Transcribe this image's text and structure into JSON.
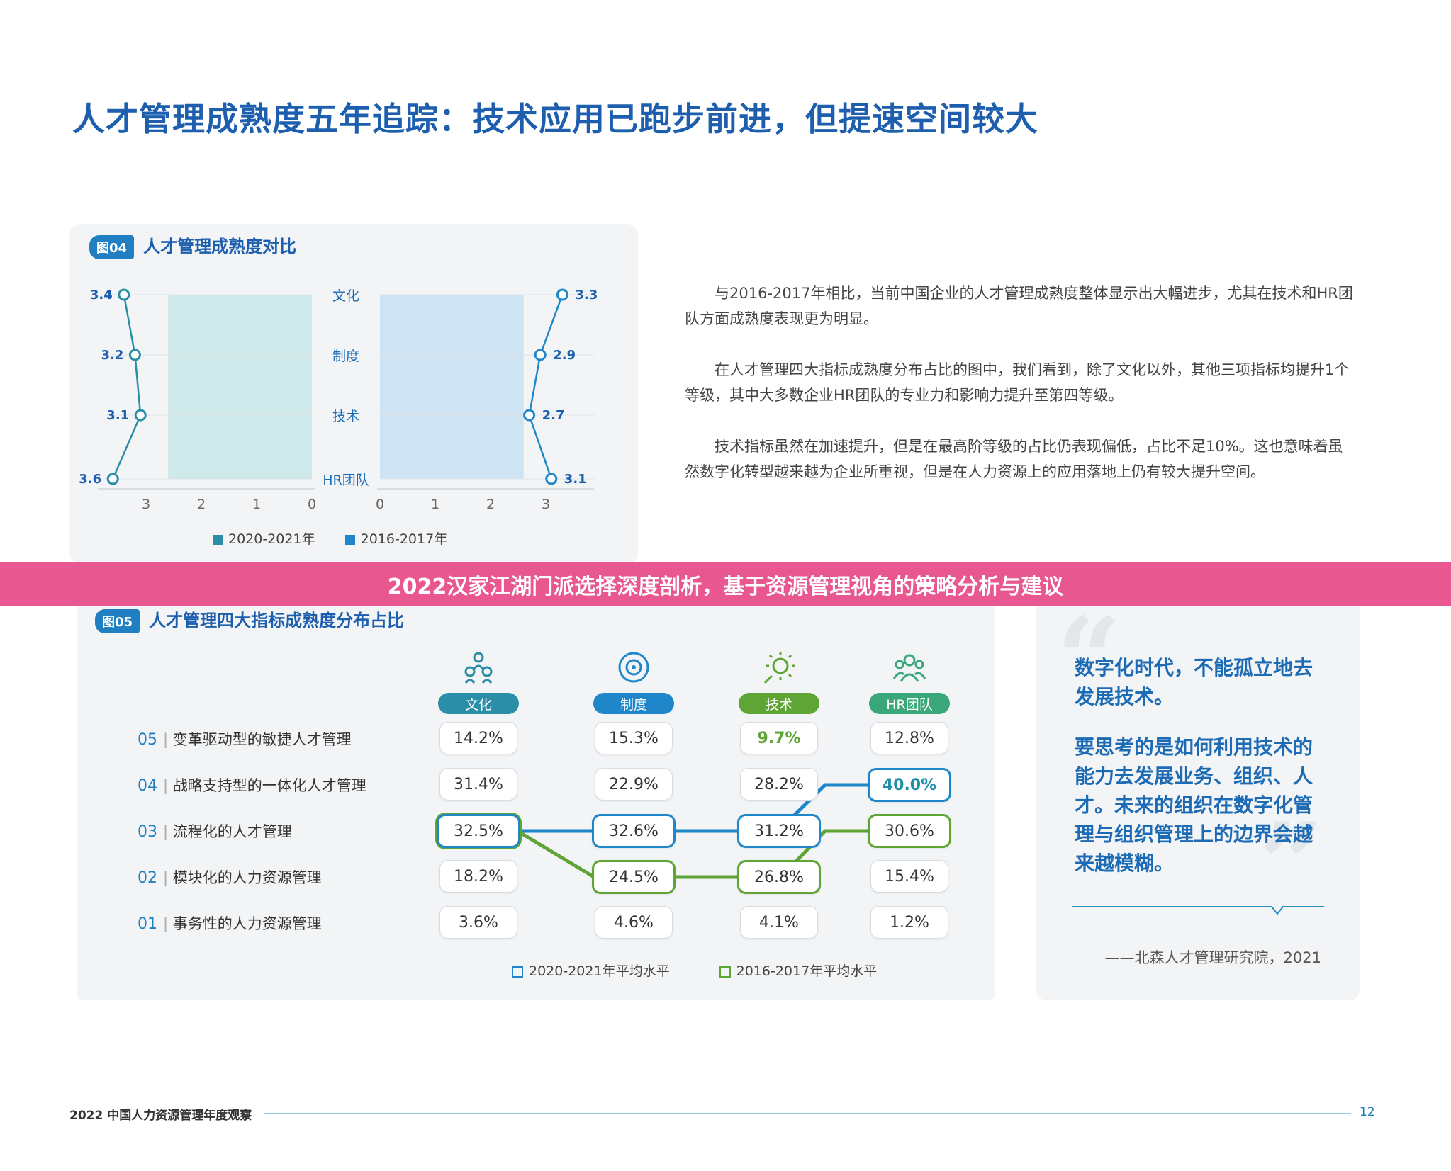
{
  "page": {
    "title": "人才管理成熟度五年追踪：技术应用已跑步前进，但提速空间较大",
    "banner": "2022汉家江湖门派选择深度剖析，基于资源管理视角的策略分析与建议",
    "footer_left": "2022 中国人力资源管理年度观察",
    "footer_page": "12"
  },
  "fig04": {
    "tag": "图04",
    "title": "人才管理成熟度对比",
    "categories": [
      "文化",
      "制度",
      "技术",
      "HR团队"
    ],
    "left_axis_ticks": [
      "3",
      "2",
      "1",
      "0"
    ],
    "right_axis_ticks": [
      "0",
      "1",
      "2",
      "3"
    ],
    "legend": [
      "2020-2021年",
      "2016-2017年"
    ],
    "colors": {
      "series_2020": "#2a8fa6",
      "series_2016": "#1f87c9",
      "fill_2020": "#cfe8ea",
      "fill_2016": "#cfe4f3"
    }
  },
  "chart_data": {
    "type": "line",
    "categories": [
      "文化",
      "制度",
      "技术",
      "HR团队"
    ],
    "series": [
      {
        "name": "2020-2021年",
        "values": [
          3.4,
          3.2,
          3.1,
          3.6
        ]
      },
      {
        "name": "2016-2017年",
        "values": [
          3.3,
          2.9,
          2.7,
          3.1
        ]
      }
    ],
    "xlim": [
      0,
      3.7
    ]
  },
  "paragraphs": [
    "与2016-2017年相比，当前中国企业的人才管理成熟度整体显示出大幅进步，尤其在技术和HR团队方面成熟度表现更为明显。",
    "在人才管理四大指标成熟度分布占比的图中，我们看到，除了文化以外，其他三项指标均提升1个等级，其中大多数企业HR团队的专业力和影响力提升至第四等级。",
    "技术指标虽然在加速提升，但是在最高阶等级的占比仍表现偏低，占比不足10%。这也意味着虽然数字化转型越来越为企业所重视，但是在人力资源上的应用落地上仍有较大提升空间。"
  ],
  "fig05": {
    "tag": "图05",
    "title": "人才管理四大指标成熟度分布占比",
    "columns": [
      {
        "label": "文化",
        "color": "#2a8fa6",
        "icon": "culture-icon"
      },
      {
        "label": "制度",
        "color": "#1f87c9",
        "icon": "system-icon"
      },
      {
        "label": "技术",
        "color": "#5fa536",
        "icon": "tech-icon"
      },
      {
        "label": "HR团队",
        "color": "#3aa77a",
        "icon": "hr-team-icon"
      }
    ],
    "rows": [
      {
        "num": "05",
        "label": "变革驱动型的敏捷人才管理",
        "values": [
          "14.2%",
          "15.3%",
          "9.7%",
          "12.8%"
        ]
      },
      {
        "num": "04",
        "label": "战略支持型的一体化人才管理",
        "values": [
          "31.4%",
          "22.9%",
          "28.2%",
          "40.0%"
        ]
      },
      {
        "num": "03",
        "label": "流程化的人才管理",
        "values": [
          "32.5%",
          "32.6%",
          "31.2%",
          "30.6%"
        ]
      },
      {
        "num": "02",
        "label": "模块化的人力资源管理",
        "values": [
          "18.2%",
          "24.5%",
          "26.8%",
          "15.4%"
        ]
      },
      {
        "num": "01",
        "label": "事务性的人力资源管理",
        "values": [
          "3.6%",
          "4.6%",
          "4.1%",
          "1.2%"
        ]
      }
    ],
    "legend": [
      "2020-2021年平均水平",
      "2016-2017年平均水平"
    ]
  },
  "quote": {
    "line1": "数字化时代，不能孤立地去发展技术。",
    "line2": "要思考的是如何利用技术的能力去发展业务、组织、人才。未来的组织在数字化管理与组织管理上的边界会越来越模糊。",
    "source": "——北森人才管理研究院，2021"
  }
}
